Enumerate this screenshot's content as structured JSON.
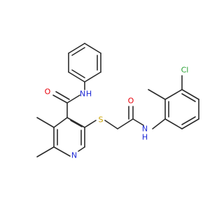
{
  "molecule": {
    "colors": {
      "bond": "#2b2b2b",
      "O": "#e8000b",
      "N": "#1f2bd6",
      "S": "#c9a100",
      "Cl": "#27a032"
    },
    "labels": {
      "amide_O": "O",
      "amide_NH": "N",
      "amide_H": "H",
      "pyridine_N": "N",
      "thioether_S": "S",
      "carbonyl_O2": "O",
      "anilide_NH": "N",
      "anilide_H": "H",
      "chloro": "Cl"
    }
  }
}
